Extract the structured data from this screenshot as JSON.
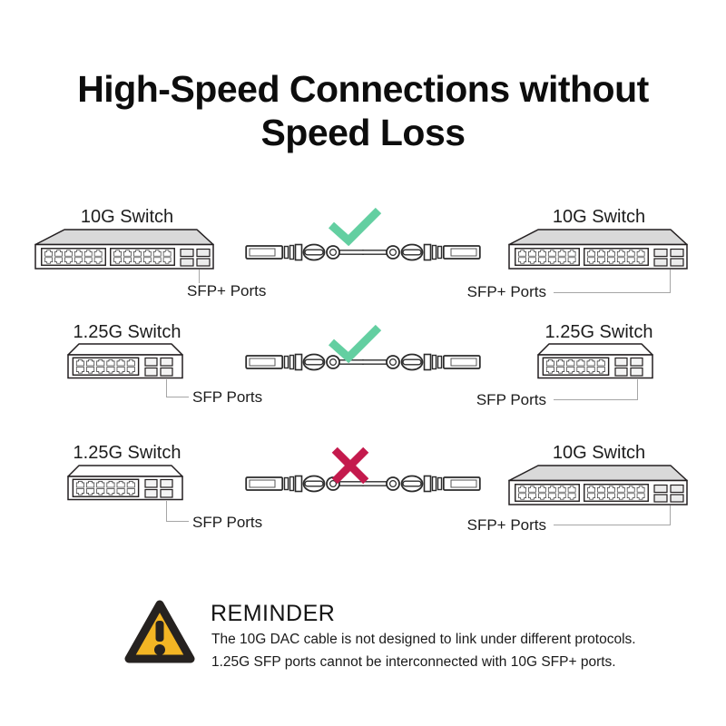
{
  "title": {
    "line1": "High-Speed Connections without",
    "line2": "Speed Loss"
  },
  "rows": [
    {
      "left_switch": "10G Switch",
      "left_ports_label": "SFP+ Ports",
      "result_icon": "check-icon",
      "result": "compatible",
      "right_switch": "10G Switch",
      "right_ports_label": "SFP+ Ports"
    },
    {
      "left_switch": "1.25G Switch",
      "left_ports_label": "SFP Ports",
      "result_icon": "check-icon",
      "result": "compatible",
      "right_switch": "1.25G Switch",
      "right_ports_label": "SFP Ports"
    },
    {
      "left_switch": "1.25G Switch",
      "left_ports_label": "SFP Ports",
      "result_icon": "cross-icon",
      "result": "incompatible",
      "right_switch": "10G Switch",
      "right_ports_label": "SFP+ Ports"
    }
  ],
  "reminder": {
    "icon": "warning-icon",
    "heading": "REMINDER",
    "line1": "The 10G DAC cable is not designed to link under different protocols.",
    "line2": "1.25G SFP ports cannot be interconnected with 10G SFP+ ports."
  },
  "colors": {
    "check_green": "#63CFA1",
    "cross_red": "#C41A4D",
    "warning_yellow": "#F3B524",
    "outline_dark": "#231F20",
    "switch_top_gray": "#D9D9D9",
    "pointer_line_gray": "#A6A6A6"
  }
}
